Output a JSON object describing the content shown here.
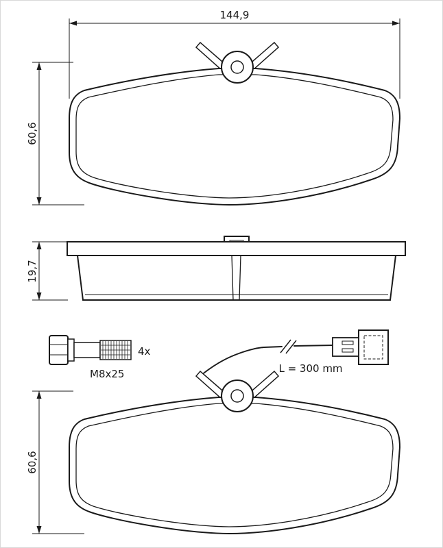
{
  "labels": {
    "width_top": "144,9",
    "height_top": "60,6",
    "thickness_side": "19,7",
    "bolt_quantity": "4x",
    "bolt_spec": "M8x25",
    "sensor_length": "L = 300 mm",
    "height_bottom": "60,6"
  },
  "colors": {
    "line": "#1a1a1a",
    "background": "#ffffff",
    "border": "#d8d8d8"
  }
}
